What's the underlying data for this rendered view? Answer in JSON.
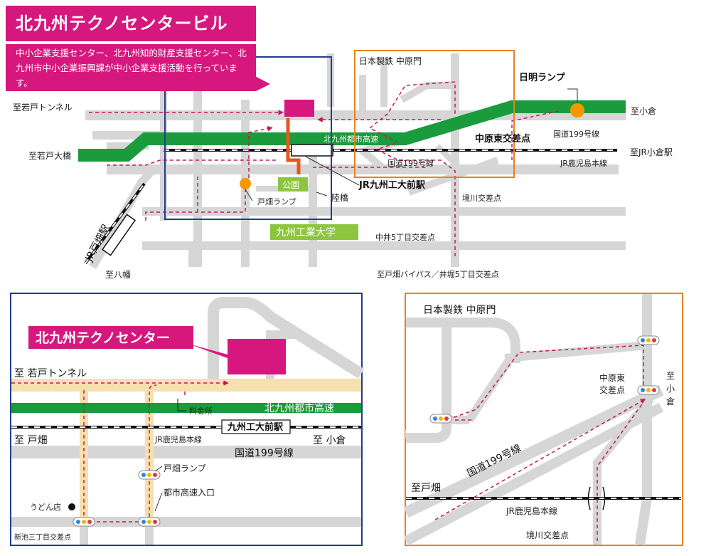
{
  "title": "北九州テクノセンタービル",
  "description": "中小企業支援センター、北九州知的財産支援センター、北九州市中小企業振興課が中小企業支援活動を行っています。",
  "colors": {
    "brand_magenta": "#d6187e",
    "expressway_green": "#1a9b3c",
    "park_green": "#8cc63f",
    "road_gray": "#d6d6d6",
    "route_dash": "#c2185b",
    "lamp_orange": "#f39800",
    "inset_blue_frame": "#233d8c",
    "inset_orange_frame": "#e8821e",
    "jr_bridge_orange": "#e8561e"
  },
  "overview_map": {
    "labels": {
      "to_wakato_tunnel": "至若戸トンネル",
      "to_wakato_bridge": "至若戸大橋",
      "to_yahata": "至八幡",
      "tobata_station": "JR戸畑駅",
      "expressway": "北九州都市高速",
      "nippon_steel_gate": "日本製鉄 中原門",
      "hinode_lamp": "日明ランプ",
      "to_kokura": "至小倉",
      "route199_right": "国道199号線",
      "to_jr_kokura": "至JR小倉駅",
      "nakahara_higashi": "中原東交差点",
      "route199_mid": "国道199号線",
      "jr_kagoshima": "JR鹿児島本線",
      "park": "公園",
      "jr_kyutech_station": "JR九州工大前駅",
      "tobata_ramp": "戸畑ランプ",
      "footbridge": "陸橋",
      "sakaigawa": "境川交差点",
      "kyushu_tech": "九州工業大学",
      "nakai5": "中井5丁目交差点",
      "to_bypass": "至戸畑バイパス／井堀5丁目交差点"
    }
  },
  "inset_left": {
    "title": "北九州テクノセンター",
    "to_wakato_tunnel": "至 若戸トンネル",
    "tollgate": "料金所",
    "expressway": "北九州都市高速",
    "station": "九州工大前駅",
    "to_tobata": "至 戸畑",
    "to_kokura": "至 小倉",
    "jr_line": "JR鹿児島本線",
    "route199": "国道199号線",
    "tobata_ramp": "戸畑ランプ",
    "expressway_entrance": "都市高速入口",
    "udon": "うどん店",
    "shinike": "新池三丁目交差点"
  },
  "inset_right": {
    "gate": "日本製鉄 中原門",
    "nakahara_higashi_1": "中原東",
    "nakahara_higashi_2": "交差点",
    "to_kokura_1": "至",
    "to_kokura_2": "小",
    "to_kokura_3": "倉",
    "route199": "国道199号線",
    "to_tobata": "至戸畑",
    "jr_line": "JR鹿児島本線",
    "sakaigawa": "境川交差点"
  }
}
